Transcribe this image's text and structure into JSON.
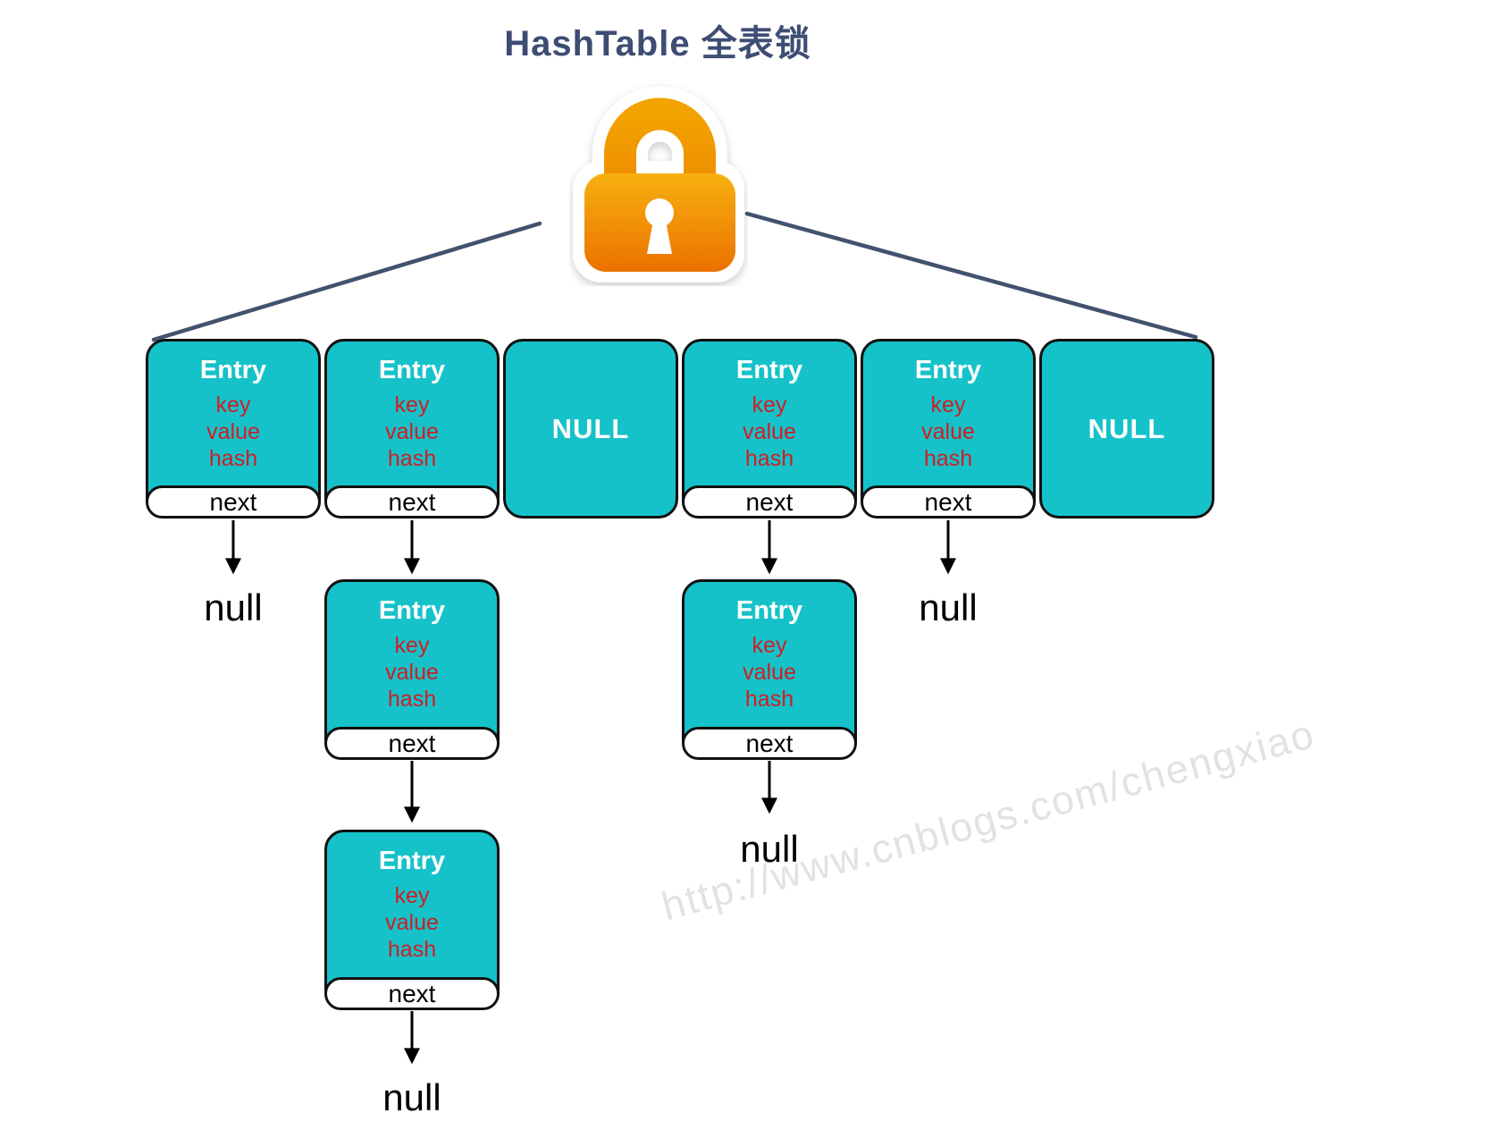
{
  "title": "HashTable 全表锁",
  "watermark": "http://www.cnblogs.com/chengxiao",
  "labels": {
    "entry": "Entry",
    "fields": [
      "key",
      "value",
      "hash"
    ],
    "next": "next",
    "null_bucket": "NULL",
    "null_ref": "null"
  },
  "icons": {
    "lock": "padlock-icon"
  },
  "colors": {
    "node_fill": "#16C2C9",
    "node_border": "#111111",
    "field_text": "#CB2026",
    "title_text": "#3D4D73",
    "connector_line": "#42526E",
    "arrow": "#000000",
    "lock_orange_top": "#F6AC08",
    "lock_orange_bottom": "#EC7504",
    "watermark_text": "#E2E2E2"
  },
  "table": {
    "buckets": [
      {
        "index": 0,
        "type": "entry",
        "chain_length": 0,
        "terminator": "null"
      },
      {
        "index": 1,
        "type": "entry",
        "chain_length": 2,
        "terminator": "null"
      },
      {
        "index": 2,
        "type": "empty"
      },
      {
        "index": 3,
        "type": "entry",
        "chain_length": 1,
        "terminator": "null"
      },
      {
        "index": 4,
        "type": "entry",
        "chain_length": 0,
        "terminator": "null"
      },
      {
        "index": 5,
        "type": "empty"
      }
    ]
  }
}
